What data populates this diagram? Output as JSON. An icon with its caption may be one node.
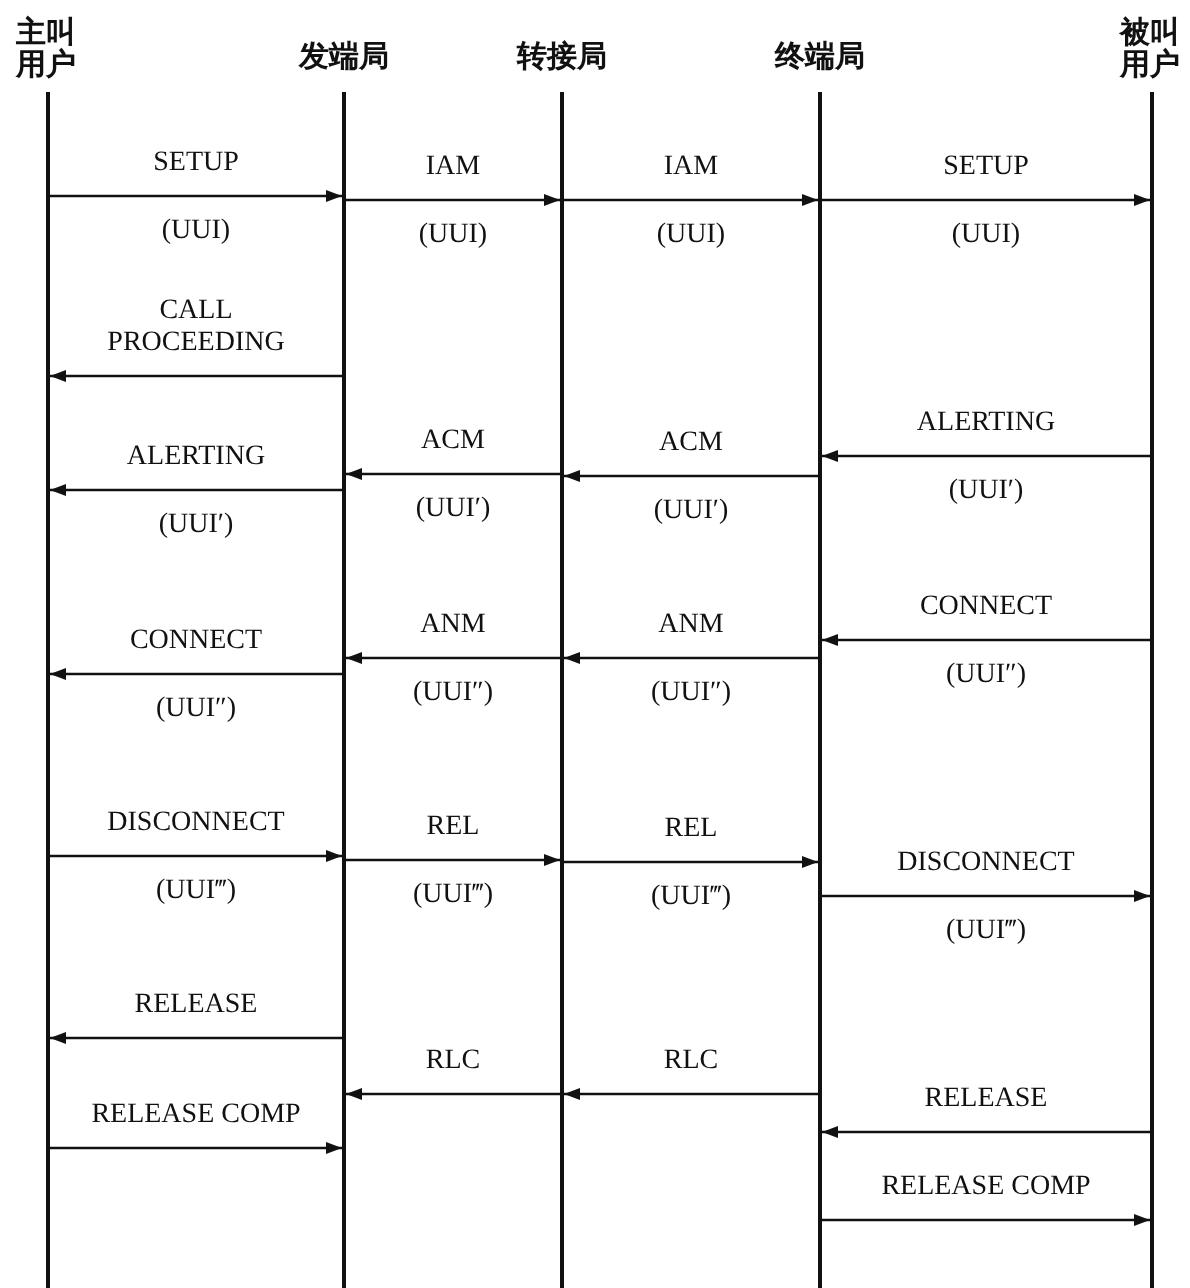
{
  "diagram": {
    "nodes": [
      {
        "text": [
          "主叫用户"
        ]
      },
      {
        "text": [
          "发端局"
        ]
      },
      {
        "text": [
          "转接局"
        ]
      },
      {
        "text": [
          "终端局"
        ]
      },
      {
        "text": [
          "被叫用户"
        ]
      }
    ],
    "edges": [
      {
        "from": 0,
        "to": 1,
        "arrow": "to",
        "label": "SETUP"
      },
      {
        "from": 1,
        "to": 2,
        "arrow": "to",
        "label": "IAM"
      },
      {
        "from": 2,
        "to": 3,
        "arrow": "to",
        "label": "IAM"
      },
      {
        "from": 3,
        "to": 4,
        "arrow": "to",
        "label": "SETUP"
      },
      {
        "from": 1,
        "to": 0,
        "arrow": "to",
        "label": "CALL PROCEEDING"
      },
      {
        "from": 4,
        "to": 3,
        "arrow": "to",
        "label": "ALERTING"
      },
      {
        "from": 2,
        "to": 1,
        "arrow": "to",
        "label": "ACM"
      },
      {
        "from": 3,
        "to": 2,
        "arrow": "to",
        "label": "ACM"
      },
      {
        "from": 1,
        "to": 0,
        "arrow": "to",
        "label": "ALERTING"
      },
      {
        "from": 4,
        "to": 3,
        "arrow": "to",
        "label": "CONNECT"
      },
      {
        "from": 2,
        "to": 1,
        "arrow": "to",
        "label": "ANM"
      },
      {
        "from": 3,
        "to": 2,
        "arrow": "to",
        "label": "ANM"
      },
      {
        "from": 1,
        "to": 0,
        "arrow": "to",
        "label": "CONNECT"
      },
      {
        "from": 0,
        "to": 1,
        "arrow": "to",
        "label": "DISCONNECT"
      },
      {
        "from": 1,
        "to": 2,
        "arrow": "to",
        "label": "REL"
      },
      {
        "from": 2,
        "to": 3,
        "arrow": "to",
        "label": "REL"
      },
      {
        "from": 3,
        "to": 4,
        "arrow": "to",
        "label": "DISCONNECT"
      },
      {
        "from": 1,
        "to": 0,
        "arrow": "to",
        "label": "RELEASE"
      },
      {
        "from": 2,
        "to": 1,
        "arrow": "to",
        "label": "RLC"
      },
      {
        "from": 3,
        "to": 2,
        "arrow": "to",
        "label": "RLC"
      },
      {
        "from": 4,
        "to": 3,
        "arrow": "to",
        "label": "RELEASE"
      },
      {
        "from": 0,
        "to": 1,
        "arrow": "to",
        "label": "RELEASE COMP"
      },
      {
        "from": 3,
        "to": 4,
        "arrow": "to",
        "label": "RELEASE COMP"
      }
    ],
    "labels": [
      "(UUI)",
      "(UUI)",
      "(UUI)",
      "(UUI)",
      "(UUI′)",
      "(UUI′)",
      "(UUI′)",
      "(UUI′)",
      "(UUI″)",
      "(UUI″)",
      "(UUI″)",
      "(UUI″)",
      "(UUI‴)",
      "(UUI‴)",
      "(UUI‴)",
      "(UUI‴)"
    ]
  }
}
